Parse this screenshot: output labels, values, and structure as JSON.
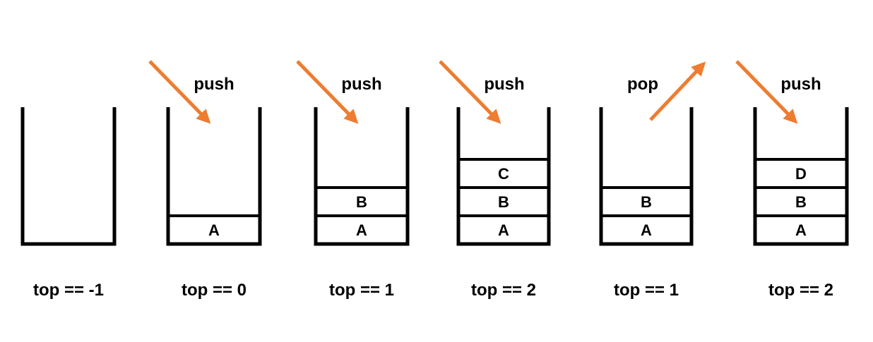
{
  "accent_color": "#ED7D31",
  "steps": [
    {
      "operation": "",
      "arrow": "none",
      "cells": [],
      "top_label": "top == -1"
    },
    {
      "operation": "push",
      "arrow": "in",
      "cells": [
        "A"
      ],
      "top_label": "top == 0"
    },
    {
      "operation": "push",
      "arrow": "in",
      "cells": [
        "A",
        "B"
      ],
      "top_label": "top == 1"
    },
    {
      "operation": "push",
      "arrow": "in",
      "cells": [
        "A",
        "B",
        "C"
      ],
      "top_label": "top == 2"
    },
    {
      "operation": "pop",
      "arrow": "out",
      "cells": [
        "A",
        "B"
      ],
      "top_label": "top == 1"
    },
    {
      "operation": "push",
      "arrow": "in",
      "cells": [
        "A",
        "B",
        "D"
      ],
      "top_label": "top == 2"
    }
  ]
}
